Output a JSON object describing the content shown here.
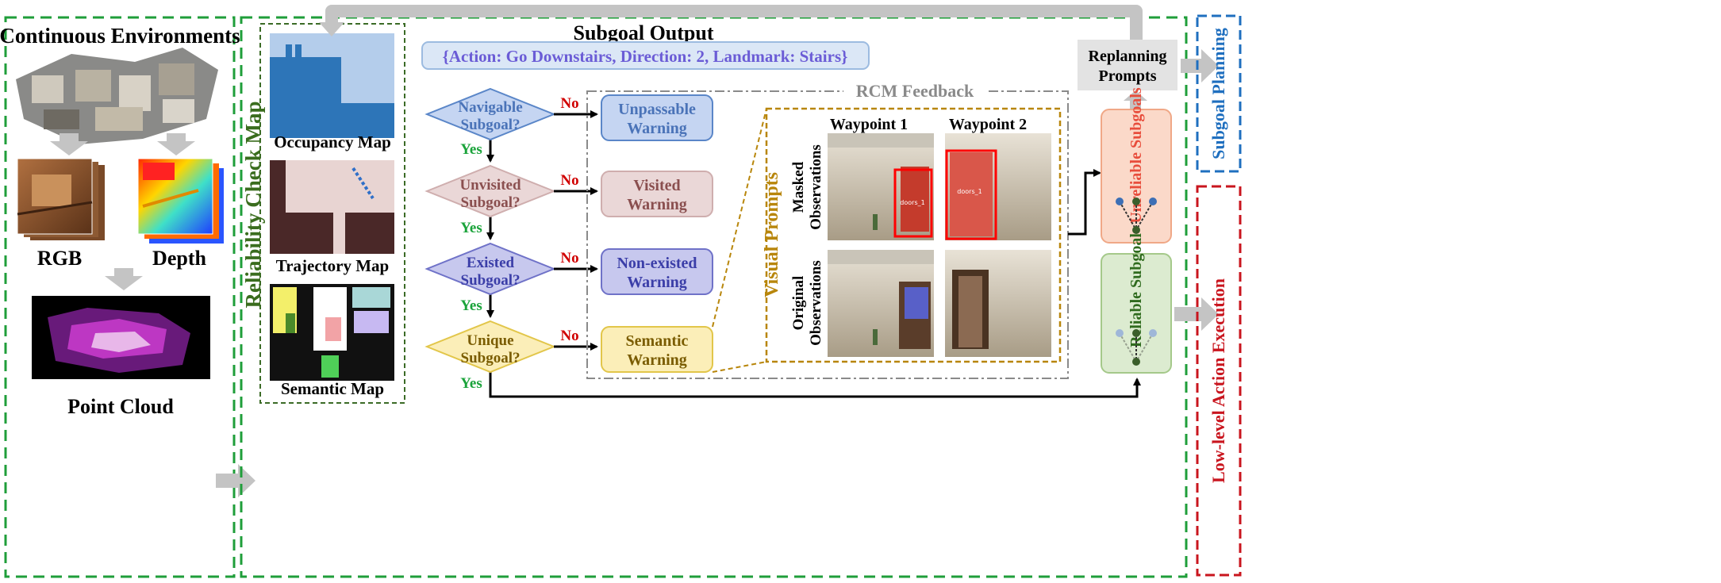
{
  "panels": {
    "env_title": "Continuous Environments",
    "rgb_label": "RGB",
    "depth_label": "Depth",
    "pointcloud_label": "Point Cloud",
    "rcm_title": "Reliability Check Map",
    "occupancy_label": "Occupancy Map",
    "trajectory_label": "Trajectory Map",
    "semantic_label": "Semantic Map"
  },
  "subgoal": {
    "title": "Subgoal Output",
    "text": "{Action: Go Downstairs, Direction: 2, Landmark: Stairs}"
  },
  "flow": {
    "yes": "Yes",
    "no": "No",
    "checks": [
      {
        "line1": "Navigable",
        "line2": "Subgoal?",
        "warn1": "Unpassable",
        "warn2": "Warning"
      },
      {
        "line1": "Unvisited",
        "line2": "Subgoal?",
        "warn1": "Visited",
        "warn2": "Warning"
      },
      {
        "line1": "Existed",
        "line2": "Subgoal?",
        "warn1": "Non-existed",
        "warn2": "Warning"
      },
      {
        "line1": "Unique",
        "line2": "Subgoal?",
        "warn1": "Semantic",
        "warn2": "Warning"
      }
    ]
  },
  "feedback": {
    "title": "RCM Feedback",
    "visual_prompts": "Visual Prompts",
    "waypoint1": "Waypoint 1",
    "waypoint2": "Waypoint 2",
    "masked1": "Masked",
    "masked2": "Observations",
    "original1": "Original",
    "original2": "Observations",
    "tag1": "doors_1",
    "tag2": "doors_1"
  },
  "output": {
    "replanning1": "Replanning",
    "replanning2": "Prompts",
    "unreliable": "Unreliable Subgoals",
    "reliable": "Reliable Subgoal",
    "subgoal_planning": "Subgoal Planning",
    "low_level": "Low-level Action Execution"
  },
  "colors": {
    "green_dash": "#1f9e3a",
    "blue_dash": "#1f6fbf",
    "red_dash": "#c9151e",
    "gray_arrow": "#c4c4c4",
    "yes": "#1aa33a",
    "no": "#d00000",
    "navigable_fill": "#c5d5f2",
    "navigable_stroke": "#5a86c8",
    "unvisited_fill": "#ead7d7",
    "unvisited_stroke": "#cfaeae",
    "existed_fill": "#c7c8ee",
    "existed_stroke": "#6f72c8",
    "unique_fill": "#fbeeb8",
    "unique_stroke": "#e2c64a"
  }
}
